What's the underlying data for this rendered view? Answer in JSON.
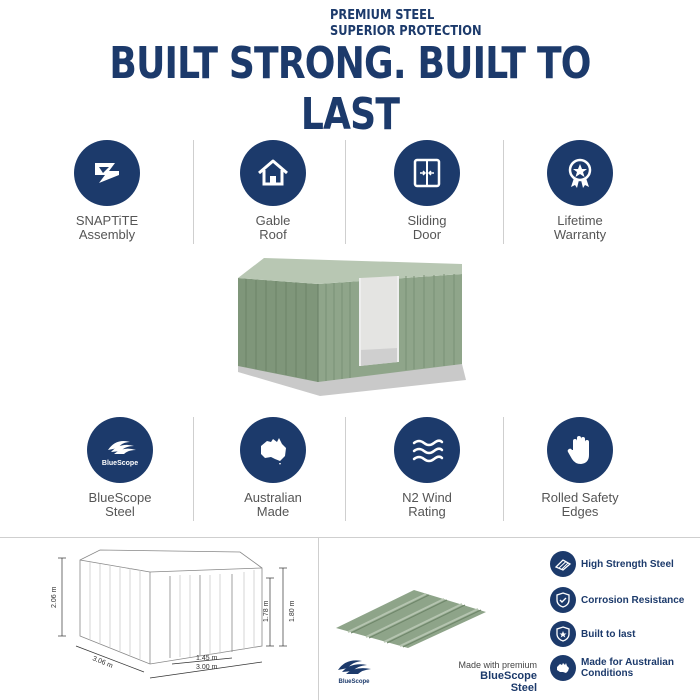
{
  "headline": "BUILT STRONG. BUILT TO LAST",
  "features_top": [
    {
      "label": "SNAPTiTE\nAssembly",
      "icon": "snaptite-icon"
    },
    {
      "label": "Gable\nRoof",
      "icon": "gable-roof-icon"
    },
    {
      "label": "Sliding\nDoor",
      "icon": "sliding-door-icon"
    },
    {
      "label": "Lifetime\nWarranty",
      "icon": "warranty-badge-icon"
    }
  ],
  "features_bottom": [
    {
      "label": "BlueScope\nSteel",
      "icon": "bluescope-logo-icon",
      "badge_text": "BlueScope"
    },
    {
      "label": "Australian\nMade",
      "icon": "australia-map-icon"
    },
    {
      "label": "N2 Wind\nRating",
      "icon": "wind-icon"
    },
    {
      "label": "Rolled Safety\nEdges",
      "icon": "hand-icon"
    }
  ],
  "dimensions": {
    "height_front": "2.06 m",
    "depth": "3.06 m",
    "door_width": "1.45 m",
    "width": "3.00 m",
    "door_height": "1.78 m",
    "wall_height": "1.80 m"
  },
  "premium": {
    "line1": "PREMIUM STEEL",
    "line2": "SUPERIOR PROTECTION",
    "made_with": "Made with premium",
    "brand": "BlueScope Steel",
    "logo_text": "BlueScope"
  },
  "bullets": [
    {
      "label": "High Strength Steel",
      "icon": "steel-sheet-icon"
    },
    {
      "label": "Corrosion Resistance",
      "icon": "shield-check-icon"
    },
    {
      "label": "Built to last",
      "icon": "shield-star-icon"
    },
    {
      "label": "Made for Australian\nConditions",
      "icon": "australia-map-icon"
    }
  ],
  "colors": {
    "navy": "#1c3a6b",
    "shed_green": "#8fa58a"
  }
}
